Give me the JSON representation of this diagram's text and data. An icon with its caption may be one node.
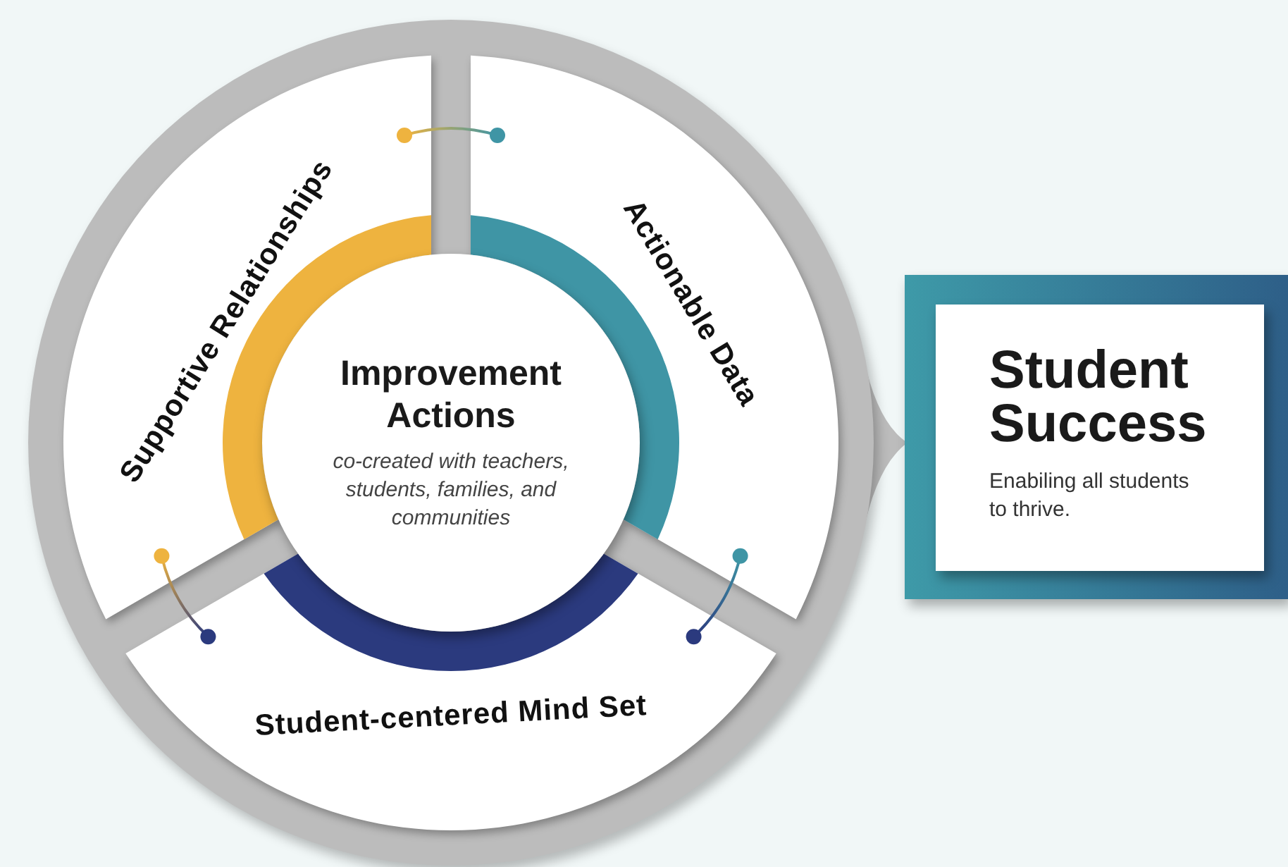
{
  "diagram": {
    "nodes": [
      {
        "text": [],
        "shape": "circle"
      },
      {
        "text": [
          "Supportive Relationships"
        ],
        "in": 0
      },
      {
        "text": [
          "Actionable Data"
        ],
        "in": 0
      },
      {
        "text": [
          "Student-centered Mind Set"
        ],
        "in": 0
      },
      {
        "text": [
          "Improvement Actions",
          "co-created with teachers, students, families, and communities"
        ],
        "in": 0
      },
      {
        "text": [],
        "shape": "box"
      },
      {
        "text": [
          "Student Success",
          "Enabiling all students to thrive."
        ],
        "in": 5
      }
    ],
    "edges": [
      {
        "from": 1,
        "to": 2,
        "arrow": "other"
      },
      {
        "from": 1,
        "to": 3,
        "arrow": "other"
      },
      {
        "from": 2,
        "to": 3,
        "arrow": "other"
      },
      {
        "from": 0,
        "to": 5,
        "arrow": "to"
      }
    ]
  }
}
